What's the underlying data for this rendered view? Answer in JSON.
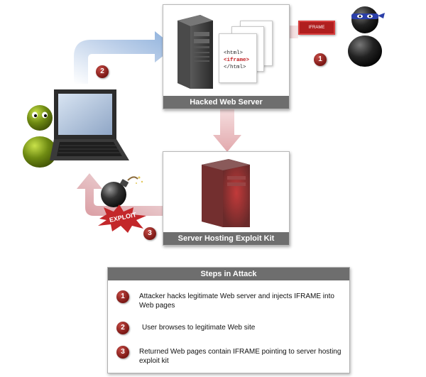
{
  "panels": {
    "hacked_server": {
      "title": "Hacked Web Server"
    },
    "exploit_server": {
      "title": "Server Hosting Exploit Kit"
    }
  },
  "badges": {
    "one": "1",
    "two": "2",
    "three": "3"
  },
  "iframe_label": "IFRAME",
  "html_doc": {
    "line1": "<html>",
    "line2": "<iframe>",
    "line3": "</html>"
  },
  "exploit_label": "EXPLOIT",
  "steps": {
    "title": "Steps in Attack",
    "items": [
      {
        "num": "1",
        "text": "Attacker hacks legitimate Web server and injects IFRAME into Web pages"
      },
      {
        "num": "2",
        "text": "User browses to legitimate Web site"
      },
      {
        "num": "3",
        "text": "Returned Web pages contain IFRAME pointing to server hosting exploit kit"
      }
    ]
  },
  "colors": {
    "accent_red": "#8a1f1c",
    "panel_bar": "#6e6e6e",
    "arrow_blue": "#9ab7dc",
    "arrow_red": "#e7b9bc"
  }
}
